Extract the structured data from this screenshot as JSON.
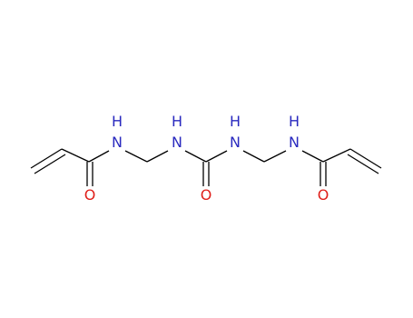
{
  "molecule": {
    "atoms": [
      {
        "id": "n1",
        "element": "N",
        "hydrogens": "H",
        "color": "#2a2abf"
      },
      {
        "id": "n2",
        "element": "N",
        "hydrogens": "H",
        "color": "#2a2abf"
      },
      {
        "id": "n3",
        "element": "N",
        "hydrogens": "H",
        "color": "#2a2abf"
      },
      {
        "id": "n4",
        "element": "N",
        "hydrogens": "H",
        "color": "#2a2abf"
      },
      {
        "id": "o1",
        "element": "O",
        "color": "#e0201b"
      },
      {
        "id": "o2",
        "element": "O",
        "color": "#e0201b"
      },
      {
        "id": "o3",
        "element": "O",
        "color": "#e0201b"
      }
    ],
    "bond_color": "#000000"
  }
}
